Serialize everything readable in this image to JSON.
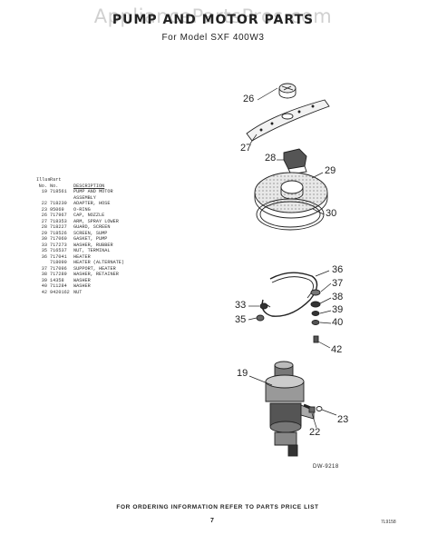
{
  "page": {
    "watermark": "AppliancePartsPros.com",
    "title": "PUMP AND MOTOR PARTS",
    "subtitle": "For Model SXF 400W3",
    "footer_note": "FOR ORDERING INFORMATION REFER TO PARTS PRICE LIST",
    "page_number": "7",
    "form_code": "7L9158",
    "figure_number": "DW-9218"
  },
  "table": {
    "header": {
      "illus_label": "Illus.",
      "part_label": "Part",
      "no_label": "No.",
      "part_no_label": "No.",
      "description_label": "DESCRIPTION"
    },
    "rows": [
      {
        "illus": "19",
        "part": "718561",
        "desc": "PUMP AND MOTOR"
      },
      {
        "illus": "",
        "part": "",
        "desc": "ASSEMBLY"
      },
      {
        "illus": "22",
        "part": "718230",
        "desc": "ADAPTER, HOSE"
      },
      {
        "illus": "23",
        "part": "95069",
        "desc": "O-RING"
      },
      {
        "illus": "26",
        "part": "717967",
        "desc": "CAP, NOZZLE"
      },
      {
        "illus": "27",
        "part": "718353",
        "desc": "ARM, SPRAY LOWER"
      },
      {
        "illus": "28",
        "part": "718227",
        "desc": "GUARD, SCREEN"
      },
      {
        "illus": "29",
        "part": "718526",
        "desc": "SCREEN, SUMP"
      },
      {
        "illus": "30",
        "part": "717060",
        "desc": "GASKET, PUMP"
      },
      {
        "illus": "33",
        "part": "717273",
        "desc": "WASHER, RUBBER"
      },
      {
        "illus": "35",
        "part": "716537",
        "desc": "NUT, TERMINAL"
      },
      {
        "illus": "36",
        "part": "717041",
        "desc": "HEATER"
      },
      {
        "illus": "",
        "part": "718090",
        "desc": "HEATER (ALTERNATE)"
      },
      {
        "illus": "37",
        "part": "717096",
        "desc": "SUPPORT, HEATER"
      },
      {
        "illus": "38",
        "part": "717289",
        "desc": "WASHER, RETAINER"
      },
      {
        "illus": "39",
        "part": "14358",
        "desc": "WASHER"
      },
      {
        "illus": "40",
        "part": "711284",
        "desc": "WASHER"
      },
      {
        "illus": "42",
        "part": "9420162",
        "desc": "NUT"
      }
    ]
  },
  "callouts": {
    "c19": "19",
    "c22": "22",
    "c23": "23",
    "c26": "26",
    "c27": "27",
    "c28": "28",
    "c29": "29",
    "c30": "30",
    "c33": "33",
    "c35": "35",
    "c36": "36",
    "c37": "37",
    "c38": "38",
    "c39": "39",
    "c40": "40",
    "c42": "42"
  }
}
